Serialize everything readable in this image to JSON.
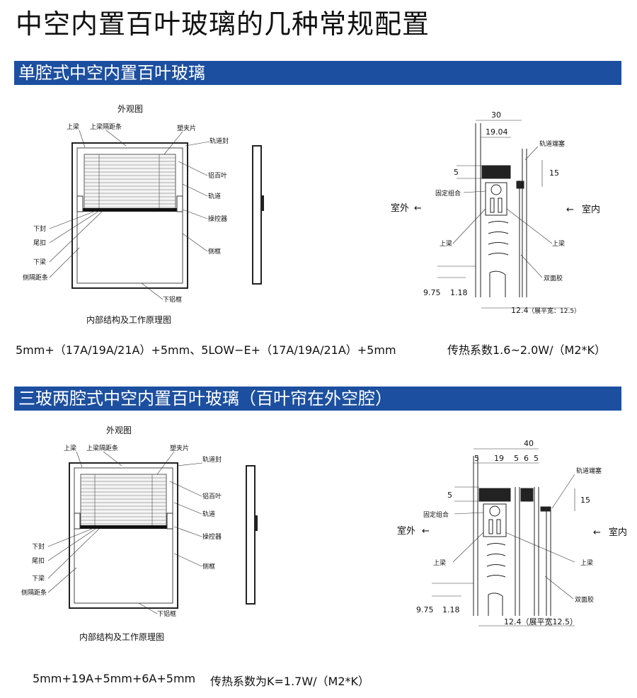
{
  "page_title": "中空内置百叶玻璃的几种常规配置",
  "sections": [
    {
      "heading": "单腔式中空内置百叶玻璃",
      "labels": {
        "exterior_view": "外观图",
        "internal_caption": "内部结构及工作原理图",
        "top_beam": "上梁",
        "top_spacer": "上梁隔距条",
        "clip": "塑夹片",
        "track_seal": "轨道封",
        "aluminum_blind": "铝百叶",
        "track": "轨道",
        "controller": "操控器",
        "bottom_seal": "下封",
        "tail_buckle": "尾扣",
        "bottom_beam": "下梁",
        "side_spacer": "侧隔距条",
        "side_frame": "侧框",
        "bottom_frame": "下铝框",
        "track_plug": "轨道端塞",
        "fixed_assembly": "固定组合",
        "left_beam": "上梁",
        "right_beam": "上梁",
        "double_cavity": "双面胶",
        "outdoor": "室外",
        "indoor": "室内",
        "arrow_left": "←",
        "arrow_right": "←"
      },
      "dims": {
        "d30": "30",
        "d1904": "19.04",
        "d5": "5",
        "d15": "15",
        "d975": "9.75",
        "d118": "1.18",
        "d124": "12.4",
        "d124_note": "（展平宽：12.5）"
      },
      "spec": "5mm+（17A/19A/21A）+5mm、5LOW−E+（17A/19A/21A）+5mm",
      "heat": "传热系数1.6~2.0W/（M2*K）"
    },
    {
      "heading": "三玻两腔式中空内置百叶玻璃（百叶帘在外空腔）",
      "labels": {
        "exterior_view": "外观图",
        "internal_caption": "内部结构及工作原理图",
        "top_beam": "上梁",
        "top_spacer": "上梁隔距条",
        "clip": "塑夹片",
        "track_seal": "轨道封",
        "aluminum_blind": "铝百叶",
        "track": "轨道",
        "controller": "操控器",
        "bottom_seal": "下封",
        "tail_buckle": "尾扣",
        "bottom_beam": "下梁",
        "side_spacer": "侧隔距条",
        "side_frame": "侧框",
        "bottom_frame": "下铝框",
        "track_plug": "轨道端塞",
        "fixed_assembly": "固定组合",
        "left_beam": "上梁",
        "right_beam": "上梁",
        "double_cavity": "双面胶",
        "outdoor": "室外",
        "indoor": "室内",
        "arrow_left": "←",
        "arrow_right": "←"
      },
      "dims": {
        "d40": "40",
        "d5a": "5",
        "d19": "19",
        "d5b": "5",
        "d6": "6",
        "d5c": "5",
        "d5v": "5",
        "d15": "15",
        "d975": "9.75",
        "d118": "1.18",
        "d124": "12.4（展平宽12.5）"
      },
      "spec": "5mm+19A+5mm+6A+5mm",
      "heat": "传热系数为K=1.7W/（M2*K）"
    }
  ]
}
